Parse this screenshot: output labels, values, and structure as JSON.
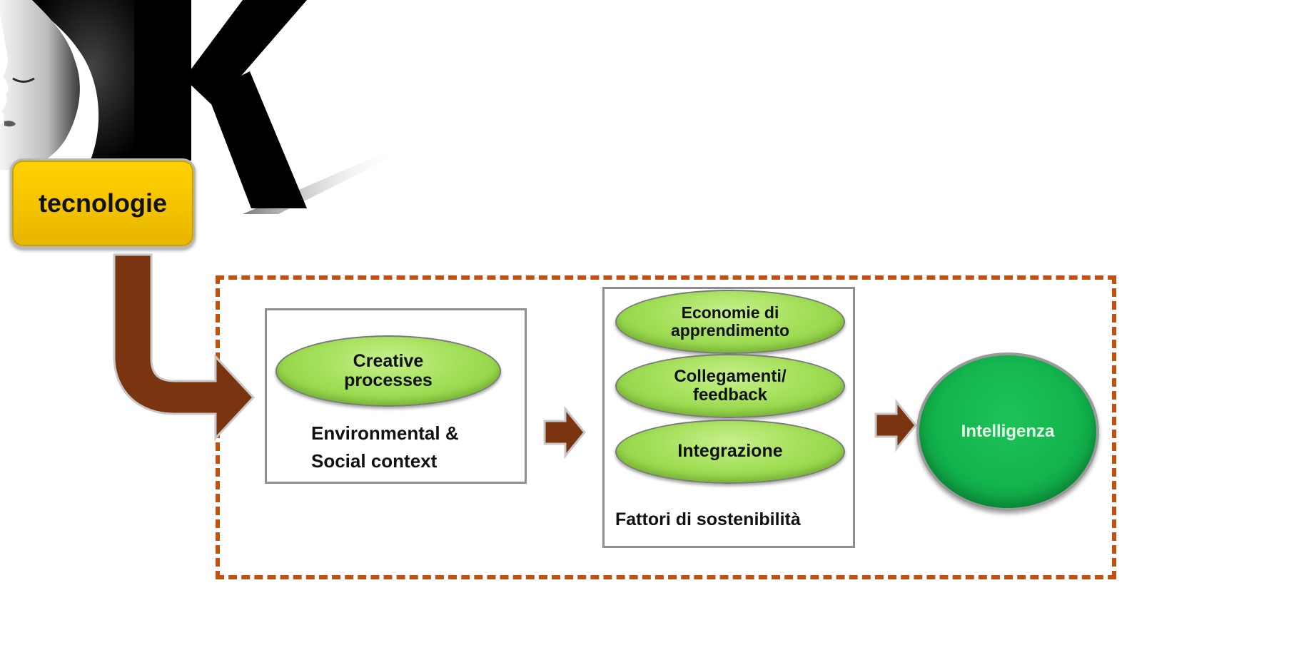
{
  "header": {
    "logo_letter": "K",
    "tech_label": "tecnologie"
  },
  "panel_left": {
    "ellipse_label": [
      "Creative",
      "processes"
    ],
    "context_label": [
      "Environmental &",
      "Social context"
    ]
  },
  "panel_middle": {
    "items": [
      {
        "label": [
          "Economie di",
          "apprendimento"
        ]
      },
      {
        "label": [
          "Collegamenti/",
          "feedback"
        ]
      },
      {
        "label": [
          "Integrazione"
        ]
      }
    ],
    "caption": "Fattori di sostenibilità"
  },
  "result": {
    "label": "Intelligenza"
  },
  "colors": {
    "frame": "#c2510f",
    "arrow": "#7a3510",
    "tech_box": "#ffcc00",
    "ellipse": "#a4e05a",
    "circle": "#13b34d"
  }
}
